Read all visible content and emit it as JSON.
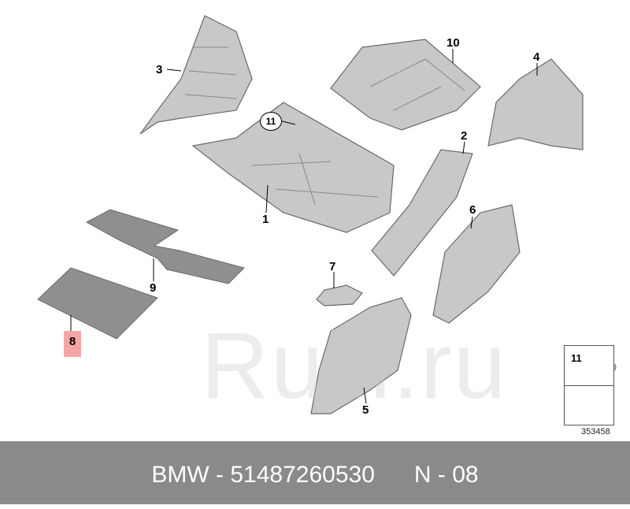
{
  "watermark": "Rulli.ru",
  "callouts": {
    "p1": "1",
    "p2": "2",
    "p3": "3",
    "p4": "4",
    "p5": "5",
    "p6": "6",
    "p7": "7",
    "p8": "8",
    "p9": "9",
    "p10": "10",
    "p11": "11"
  },
  "legend": {
    "part_number": "11"
  },
  "diagram_ref": "353458",
  "footer": {
    "text": "BMW - 51487260530      N - 08"
  },
  "colors": {
    "part_fill": "#c8c8c8",
    "part_stroke": "#6a6a6a",
    "mat_fill": "#8f8f8f",
    "highlight": "#f4a6a6",
    "footer_bg": "#8a8a8a"
  }
}
